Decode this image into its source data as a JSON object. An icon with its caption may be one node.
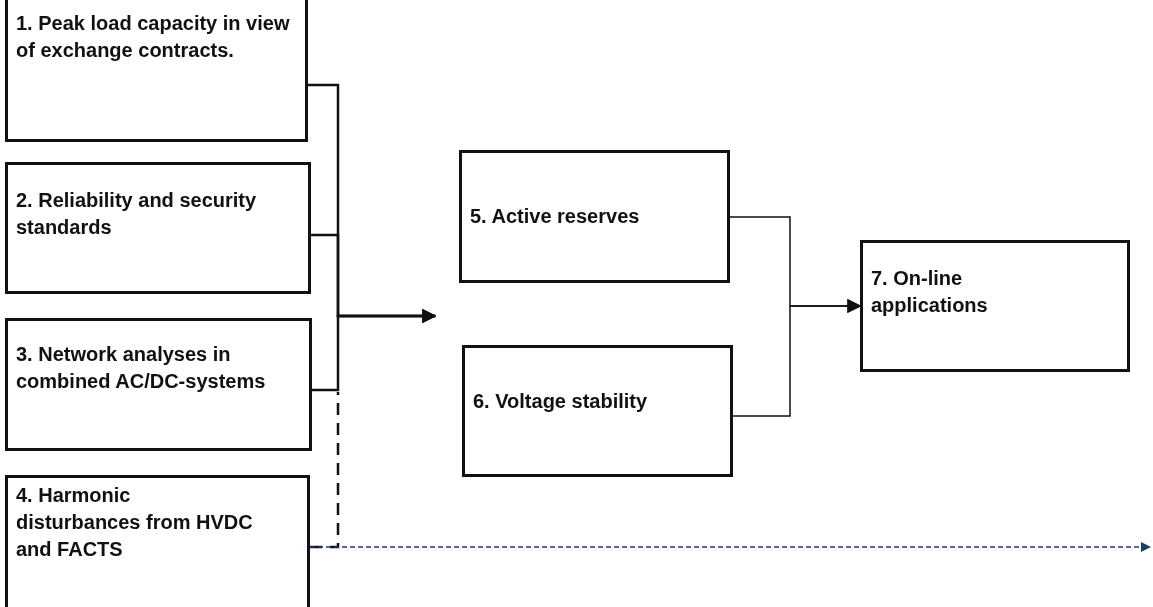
{
  "diagram": {
    "nodes": [
      {
        "text": [
          "1. Peak load capacity in view of exchange contracts."
        ]
      },
      {
        "text": [
          "2. Reliability and security standards"
        ]
      },
      {
        "text": [
          "3. Network analyses in combined AC/DC-systems"
        ]
      },
      {
        "text": [
          "4. Harmonic disturbances from HVDC and FACTS"
        ]
      },
      {
        "text": [
          "5. Active reserves"
        ]
      },
      {
        "text": [
          "6. Voltage stability"
        ]
      },
      {
        "text": [
          "7. On-line applications"
        ]
      }
    ],
    "edges": [
      {
        "from": 0,
        "to": null,
        "arrow": "to"
      },
      {
        "from": 1,
        "to": null,
        "arrow": "to"
      },
      {
        "from": 2,
        "to": null,
        "arrow": "to"
      },
      {
        "from": 3,
        "to": null,
        "arrow": "none",
        "style": "dashed"
      },
      {
        "from": 3,
        "to": null,
        "arrow": "to",
        "style": "dashed",
        "color": "#1f3a6e"
      },
      {
        "from": 4,
        "to": 6,
        "arrow": "to"
      },
      {
        "from": 5,
        "to": 6,
        "arrow": "to"
      }
    ]
  }
}
